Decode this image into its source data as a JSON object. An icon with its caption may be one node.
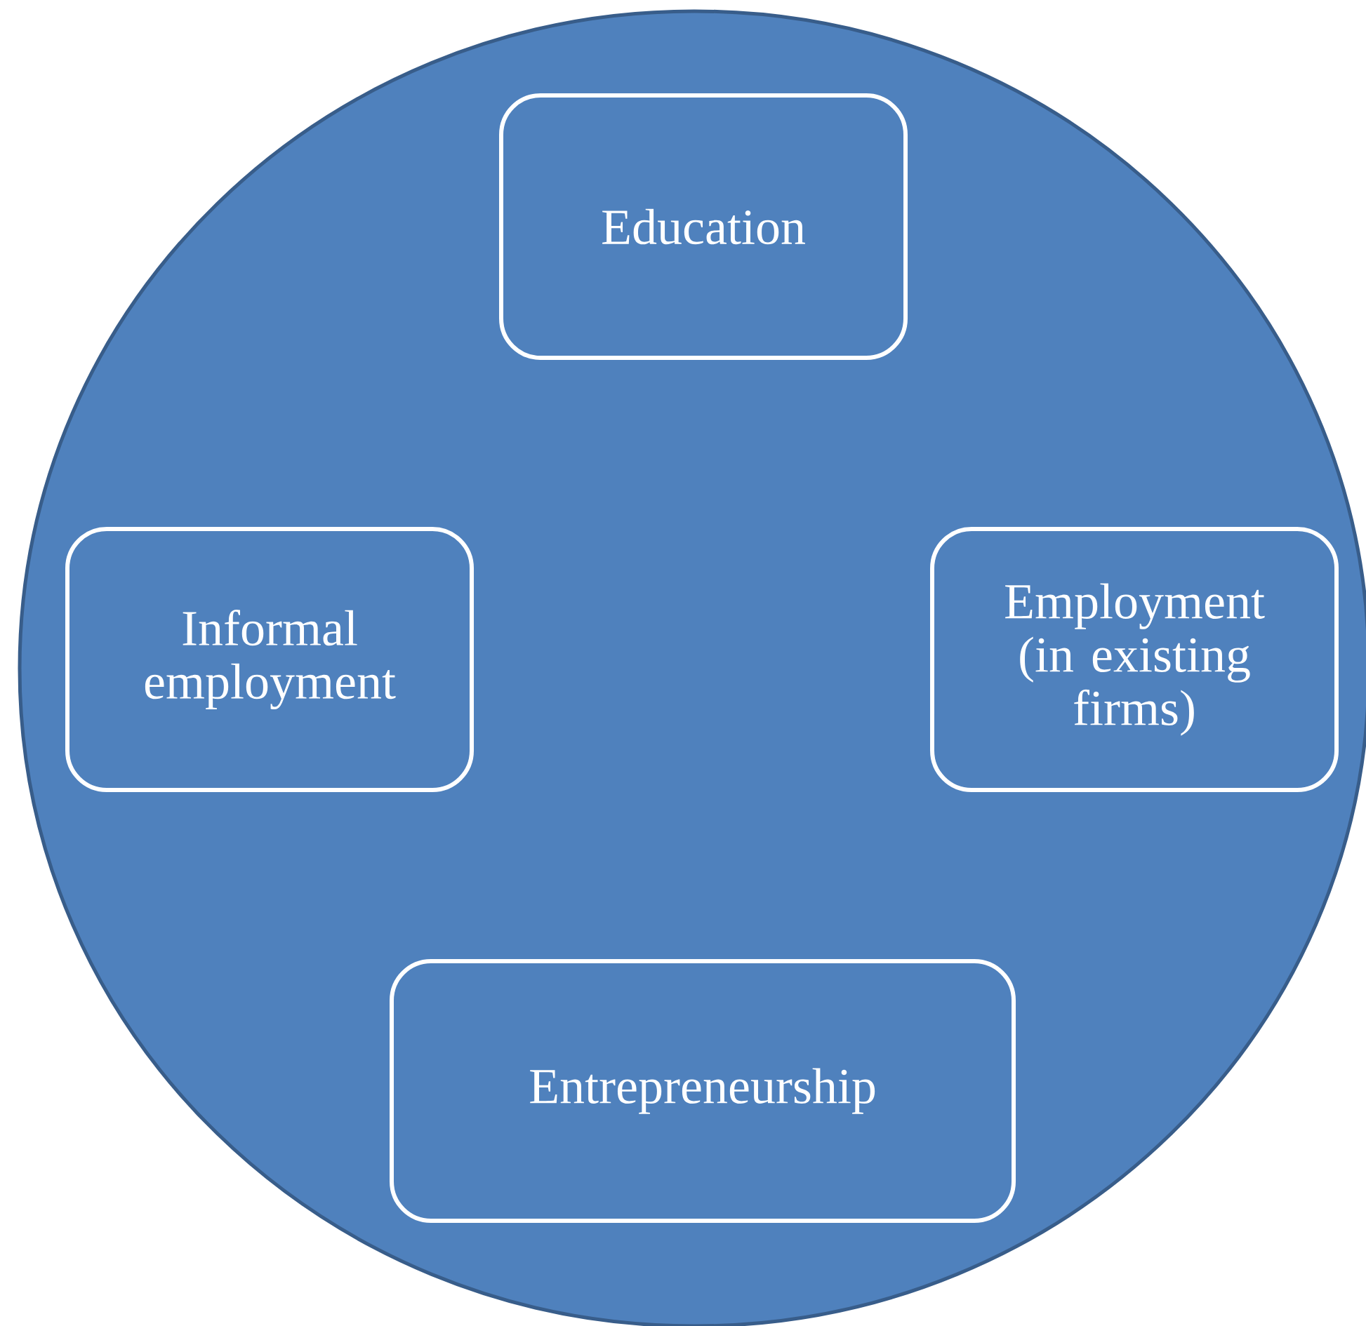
{
  "diagram": {
    "nodes": [
      {
        "text": [],
        "shape": "circle"
      },
      {
        "text": [
          "Education"
        ],
        "in": 0
      },
      {
        "text": [
          "Informal employment"
        ],
        "in": 0
      },
      {
        "text": [
          "Employment (in existing firms)"
        ],
        "in": 0
      },
      {
        "text": [
          "Entrepreneurship"
        ],
        "in": 0
      }
    ]
  }
}
